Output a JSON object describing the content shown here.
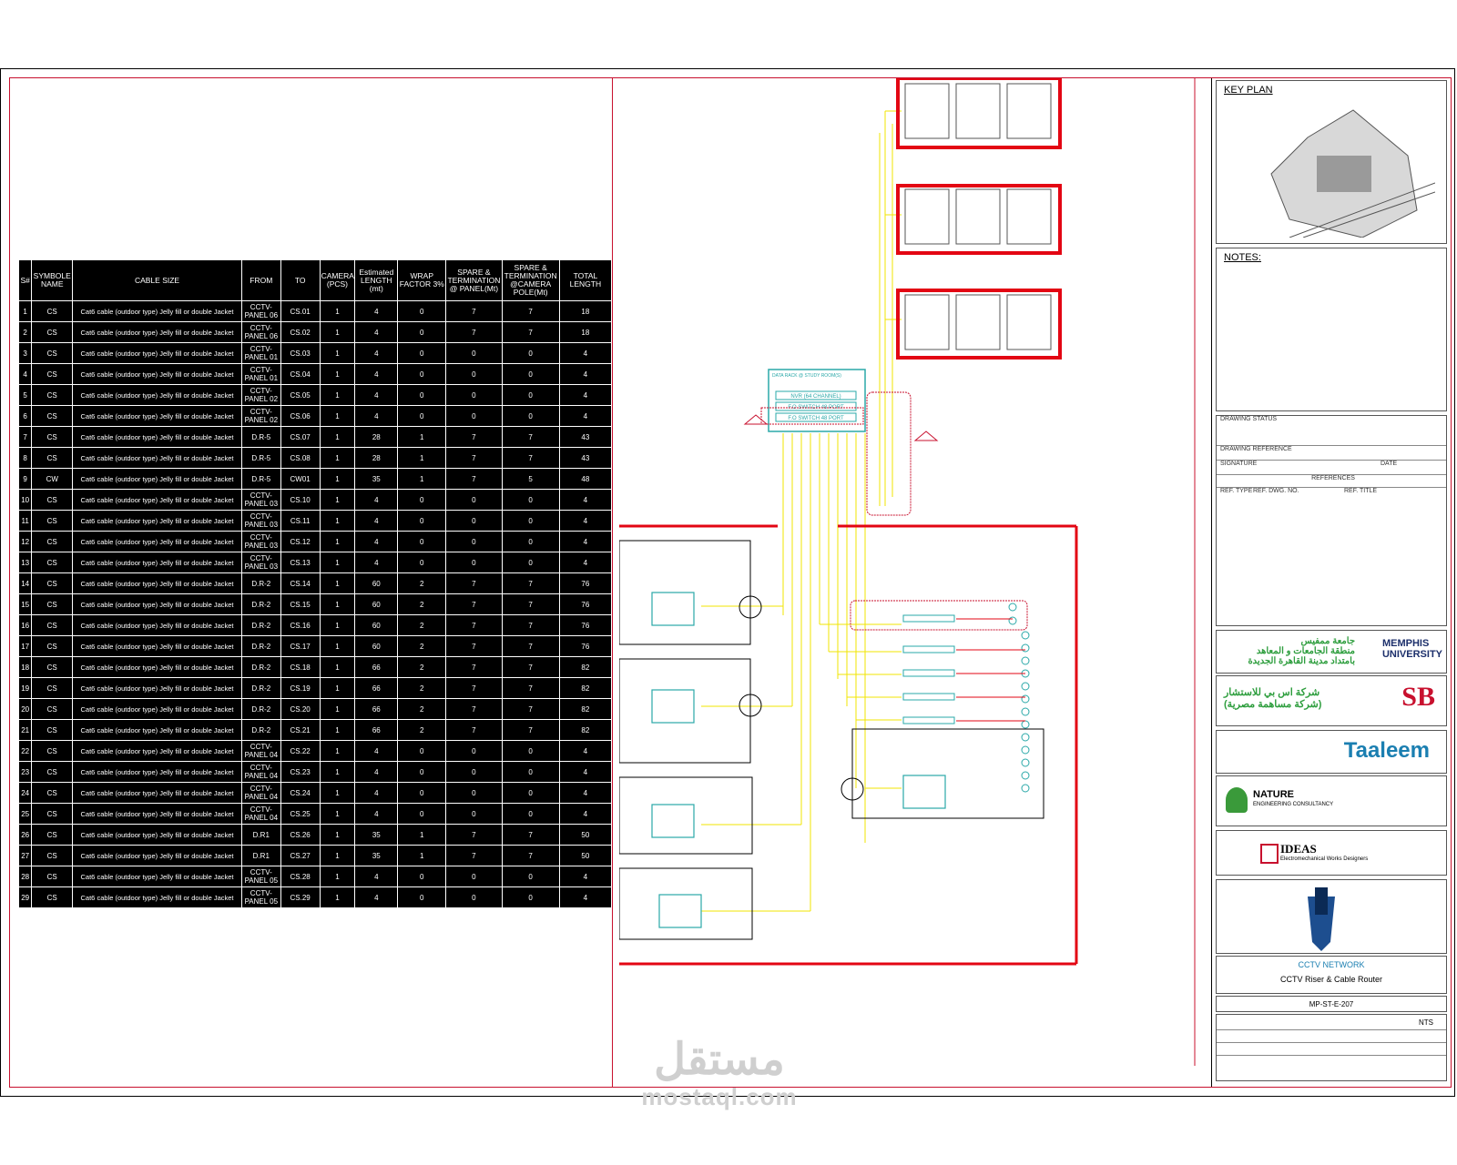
{
  "table": {
    "headers": [
      "S#",
      "SYMBOLE NAME",
      "CABLE SIZE",
      "FROM",
      "TO",
      "CAMERA (PCS)",
      "Estimated LENGTH (mt)",
      "WRAP FACTOR 3%",
      "SPARE & TERMINATION @ PANEL(Mt)",
      "SPARE & TERMINATION @CAMERA POLE(Mt)",
      "TOTAL LENGTH"
    ],
    "rows": [
      [
        "1",
        "CS",
        "Cat6 cable (outdoor type) Jelly fill or double Jacket",
        "CCTV-PANEL 06",
        "CS.01",
        "1",
        "4",
        "0",
        "7",
        "7",
        "18"
      ],
      [
        "2",
        "CS",
        "Cat6 cable (outdoor type) Jelly fill or double Jacket",
        "CCTV-PANEL 06",
        "CS.02",
        "1",
        "4",
        "0",
        "7",
        "7",
        "18"
      ],
      [
        "3",
        "CS",
        "Cat6 cable (outdoor type) Jelly fill or double Jacket",
        "CCTV-PANEL 01",
        "CS.03",
        "1",
        "4",
        "0",
        "0",
        "0",
        "4"
      ],
      [
        "4",
        "CS",
        "Cat6 cable (outdoor type) Jelly fill or double Jacket",
        "CCTV-PANEL 01",
        "CS.04",
        "1",
        "4",
        "0",
        "0",
        "0",
        "4"
      ],
      [
        "5",
        "CS",
        "Cat6 cable (outdoor type) Jelly fill or double Jacket",
        "CCTV-PANEL 02",
        "CS.05",
        "1",
        "4",
        "0",
        "0",
        "0",
        "4"
      ],
      [
        "6",
        "CS",
        "Cat6 cable (outdoor type) Jelly fill or double Jacket",
        "CCTV-PANEL 02",
        "CS.06",
        "1",
        "4",
        "0",
        "0",
        "0",
        "4"
      ],
      [
        "7",
        "CS",
        "Cat6 cable (outdoor type) Jelly fill or double Jacket",
        "D.R-5",
        "CS.07",
        "1",
        "28",
        "1",
        "7",
        "7",
        "43"
      ],
      [
        "8",
        "CS",
        "Cat6 cable (outdoor type) Jelly fill or double Jacket",
        "D.R-5",
        "CS.08",
        "1",
        "28",
        "1",
        "7",
        "7",
        "43"
      ],
      [
        "9",
        "CW",
        "Cat6 cable (outdoor type) Jelly fill or double Jacket",
        "D.R-5",
        "CW01",
        "1",
        "35",
        "1",
        "7",
        "5",
        "48"
      ],
      [
        "10",
        "CS",
        "Cat6 cable (outdoor type) Jelly fill or double Jacket",
        "CCTV-PANEL 03",
        "CS.10",
        "1",
        "4",
        "0",
        "0",
        "0",
        "4"
      ],
      [
        "11",
        "CS",
        "Cat6 cable (outdoor type) Jelly fill or double Jacket",
        "CCTV-PANEL 03",
        "CS.11",
        "1",
        "4",
        "0",
        "0",
        "0",
        "4"
      ],
      [
        "12",
        "CS",
        "Cat6 cable (outdoor type) Jelly fill or double Jacket",
        "CCTV-PANEL 03",
        "CS.12",
        "1",
        "4",
        "0",
        "0",
        "0",
        "4"
      ],
      [
        "13",
        "CS",
        "Cat6 cable (outdoor type) Jelly fill or double Jacket",
        "CCTV-PANEL 03",
        "CS.13",
        "1",
        "4",
        "0",
        "0",
        "0",
        "4"
      ],
      [
        "14",
        "CS",
        "Cat6 cable (outdoor type) Jelly fill or double Jacket",
        "D.R-2",
        "CS.14",
        "1",
        "60",
        "2",
        "7",
        "7",
        "76"
      ],
      [
        "15",
        "CS",
        "Cat6 cable (outdoor type) Jelly fill or double Jacket",
        "D.R-2",
        "CS.15",
        "1",
        "60",
        "2",
        "7",
        "7",
        "76"
      ],
      [
        "16",
        "CS",
        "Cat6 cable (outdoor type) Jelly fill or double Jacket",
        "D.R-2",
        "CS.16",
        "1",
        "60",
        "2",
        "7",
        "7",
        "76"
      ],
      [
        "17",
        "CS",
        "Cat6 cable (outdoor type) Jelly fill or double Jacket",
        "D.R-2",
        "CS.17",
        "1",
        "60",
        "2",
        "7",
        "7",
        "76"
      ],
      [
        "18",
        "CS",
        "Cat6 cable (outdoor type) Jelly fill or double Jacket",
        "D.R-2",
        "CS.18",
        "1",
        "66",
        "2",
        "7",
        "7",
        "82"
      ],
      [
        "19",
        "CS",
        "Cat6 cable (outdoor type) Jelly fill or double Jacket",
        "D.R-2",
        "CS.19",
        "1",
        "66",
        "2",
        "7",
        "7",
        "82"
      ],
      [
        "20",
        "CS",
        "Cat6 cable (outdoor type) Jelly fill or double Jacket",
        "D.R-2",
        "CS.20",
        "1",
        "66",
        "2",
        "7",
        "7",
        "82"
      ],
      [
        "21",
        "CS",
        "Cat6 cable (outdoor type) Jelly fill or double Jacket",
        "D.R-2",
        "CS.21",
        "1",
        "66",
        "2",
        "7",
        "7",
        "82"
      ],
      [
        "22",
        "CS",
        "Cat6 cable (outdoor type) Jelly fill or double Jacket",
        "CCTV-PANEL 04",
        "CS.22",
        "1",
        "4",
        "0",
        "0",
        "0",
        "4"
      ],
      [
        "23",
        "CS",
        "Cat6 cable (outdoor type) Jelly fill or double Jacket",
        "CCTV-PANEL 04",
        "CS.23",
        "1",
        "4",
        "0",
        "0",
        "0",
        "4"
      ],
      [
        "24",
        "CS",
        "Cat6 cable (outdoor type) Jelly fill or double Jacket",
        "CCTV-PANEL 04",
        "CS.24",
        "1",
        "4",
        "0",
        "0",
        "0",
        "4"
      ],
      [
        "25",
        "CS",
        "Cat6 cable (outdoor type) Jelly fill or double Jacket",
        "CCTV-PANEL 04",
        "CS.25",
        "1",
        "4",
        "0",
        "0",
        "0",
        "4"
      ],
      [
        "26",
        "CS",
        "Cat6 cable (outdoor type) Jelly fill or double Jacket",
        "D.R1",
        "CS.26",
        "1",
        "35",
        "1",
        "7",
        "7",
        "50"
      ],
      [
        "27",
        "CS",
        "Cat6 cable (outdoor type) Jelly fill or double Jacket",
        "D.R1",
        "CS.27",
        "1",
        "35",
        "1",
        "7",
        "7",
        "50"
      ],
      [
        "28",
        "CS",
        "Cat6 cable (outdoor type) Jelly fill or double Jacket",
        "CCTV-PANEL 05",
        "CS.28",
        "1",
        "4",
        "0",
        "0",
        "0",
        "4"
      ],
      [
        "29",
        "CS",
        "Cat6 cable (outdoor type) Jelly fill or double Jacket",
        "CCTV-PANEL 05",
        "CS.29",
        "1",
        "4",
        "0",
        "0",
        "0",
        "4"
      ]
    ]
  },
  "drawing": {
    "rack_title": "DATA RACK @ STUDY ROOM(S)",
    "nvr_label": "NVR (64 CHANNEL)",
    "switch_label_1": "F.O SWITCH 48 PORT",
    "switch_label_2": "F.O SWITCH 48 PORT"
  },
  "title_block": {
    "key_plan": "KEY PLAN",
    "notes": "NOTES:",
    "drawing_status": "DRAWING STATUS",
    "drawing_reference": "DRAWING REFERENCE",
    "signature": "SIGNATURE",
    "date": "DATE",
    "references": "REFERENCES",
    "ref_type": "REF. TYPE",
    "ref_dwg": "REF. DWG. NO.",
    "ref_title": "REF. TITLE",
    "memphis_ar": "جامعة ممفيس",
    "memphis_ar_2": "منطقة الجامعات و المعاهد",
    "memphis_ar_3": "بامتداد مدينة القاهرة الجديدة",
    "memphis_en": "MEMPHIS",
    "memphis_en_2": "UNIVERSITY",
    "sb_ar": "شركة اس بي للاستشار",
    "sb_ar_2": "(شركة مساهمة مصرية)",
    "sb_logo": "SB",
    "taaleem": "Taaleem",
    "nature": "NATURE",
    "nature_sub": "ENGINEERING CONSULTANCY",
    "ideas": "IDEAS",
    "ideas_sub": "Electromechanical Works Designers",
    "drawing_title_1": "CCTV NETWORK",
    "drawing_title_2": "CCTV Riser & Cable Router",
    "drawing_number": "MP-ST-E-207",
    "scale": "NTS",
    "accent": "#c8102e",
    "drawing_yellow": "#f2e600",
    "drawing_cyan": "#2aa8a8"
  },
  "watermark": {
    "arabic": "مستقل",
    "latin": "mostaql.com"
  }
}
